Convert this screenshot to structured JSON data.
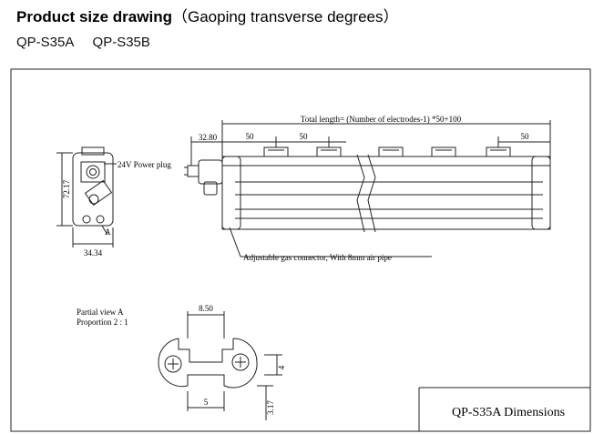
{
  "header": {
    "title_bold": "Product size drawing",
    "title_sub": "（Gaoping transverse degrees）",
    "models": [
      "QP-S35A",
      "QP-S35B"
    ]
  },
  "drawing": {
    "dim_total": "Total length= (Number of electrodes-1) *50+100",
    "dim_offset": "32.80",
    "dim_pitch_1": "50",
    "dim_pitch_2": "50",
    "dim_pitch_end": "50",
    "dim_height": "72.17",
    "dim_width": "34.34",
    "label_power": "24V Power plug",
    "label_view_marker": "A",
    "label_gas": "Adjustable gas connector, With 8mm air pipe",
    "partial_view_title": "Partial view A",
    "partial_view_scale": "Proportion 2 : 1",
    "dim_slot_width": "8.50",
    "dim_slot_depth": "4",
    "dim_slot_bottom": "5",
    "dim_slot_height": "3.17",
    "caption": "QP-S35A Dimensions"
  }
}
